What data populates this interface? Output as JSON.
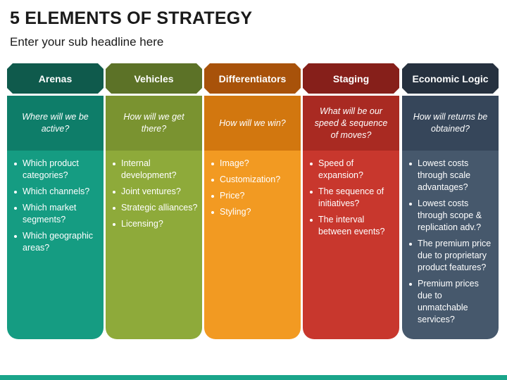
{
  "title": "5 ELEMENTS OF STRATEGY",
  "subtitle": "Enter your sub headline here",
  "columns": [
    {
      "header": "Arenas",
      "question": "Where will we be active?",
      "items": [
        "Which product categories?",
        "Which channels?",
        "Which market segments?",
        "Which geographic areas?"
      ],
      "colors": {
        "header": "#0f5a4c",
        "question": "#0e7d69",
        "body": "#159c82"
      }
    },
    {
      "header": "Vehicles",
      "question": "How will we get there?",
      "items": [
        "Internal development?",
        "Joint ventures?",
        "Strategic alliances?",
        "Licensing?"
      ],
      "colors": {
        "header": "#5c7227",
        "question": "#7a9330",
        "body": "#8eaa3a"
      }
    },
    {
      "header": "Differentiators",
      "question": "How will we win?",
      "items": [
        "Image?",
        "Customization?",
        "Price?",
        "Styling?"
      ],
      "colors": {
        "header": "#a8520a",
        "question": "#d2770f",
        "body": "#f29a22"
      }
    },
    {
      "header": "Staging",
      "question": "What will be our speed & sequence of moves?",
      "items": [
        "Speed of expansion?",
        "The sequence of initiatives?",
        "The interval between events?"
      ],
      "colors": {
        "header": "#861f1a",
        "question": "#a92a22",
        "body": "#c8372d"
      }
    },
    {
      "header": "Economic Logic",
      "question": "How will returns be obtained?",
      "items": [
        "Lowest costs through scale advantages?",
        "Lowest costs through scope & replication adv.?",
        "The premium price due to proprietary product features?",
        "Premium prices due to unmatchable services?"
      ],
      "colors": {
        "header": "#26313f",
        "question": "#36465a",
        "body": "#46586c"
      }
    }
  ],
  "accent_color": "#1aa58a"
}
